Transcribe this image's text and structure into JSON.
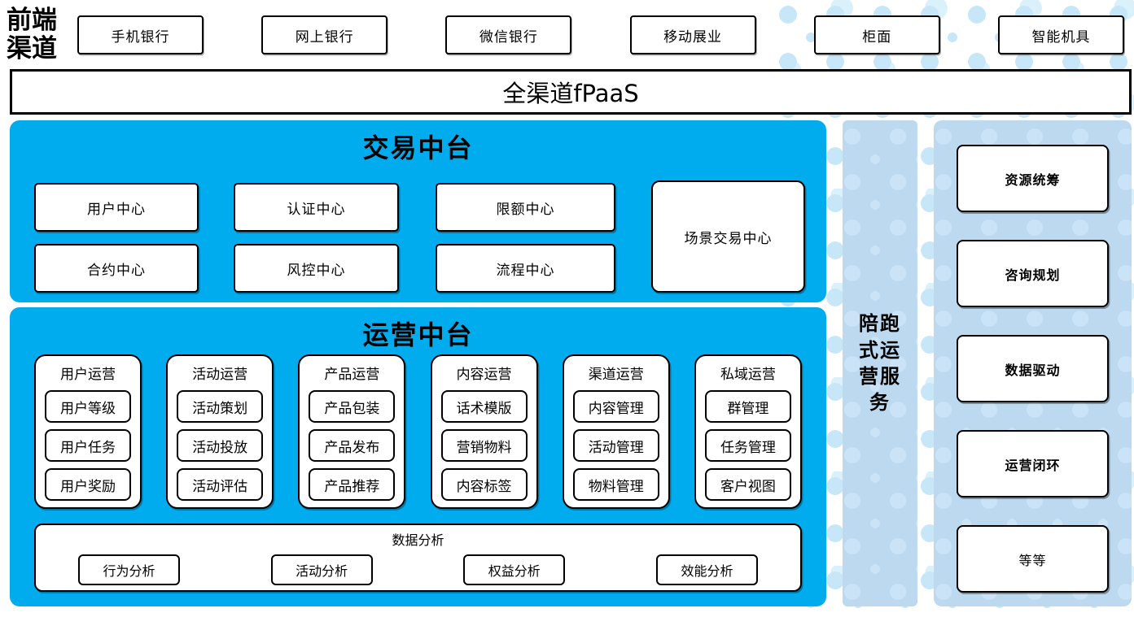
{
  "colors": {
    "panel_cyan": "#00acee",
    "panel_light_blue": "#bcd9ef",
    "dot_blue": "#c7e7f8",
    "border_black": "#000000",
    "box_white": "#ffffff"
  },
  "front_channels": {
    "label": "前端渠道",
    "items": [
      "手机银行",
      "网上银行",
      "微信银行",
      "移动展业",
      "柜面",
      "智能机具"
    ]
  },
  "fpaas": {
    "label": "全渠道fPaaS"
  },
  "transaction_platform": {
    "title": "交易中台",
    "centers": [
      "用户中心",
      "认证中心",
      "限额中心",
      "合约中心",
      "风控中心",
      "流程中心"
    ],
    "scene_center": "场景交易中心"
  },
  "operation_platform": {
    "title": "运营中台",
    "columns": [
      {
        "header": "用户运营",
        "items": [
          "用户等级",
          "用户任务",
          "用户奖励"
        ]
      },
      {
        "header": "活动运营",
        "items": [
          "活动策划",
          "活动投放",
          "活动评估"
        ]
      },
      {
        "header": "产品运营",
        "items": [
          "产品包装",
          "产品发布",
          "产品推荐"
        ]
      },
      {
        "header": "内容运营",
        "items": [
          "话术模版",
          "营销物料",
          "内容标签"
        ]
      },
      {
        "header": "渠道运营",
        "items": [
          "内容管理",
          "活动管理",
          "物料管理"
        ]
      },
      {
        "header": "私域运营",
        "items": [
          "群管理",
          "任务管理",
          "客户视图"
        ]
      }
    ],
    "data_analysis": {
      "title": "数据分析",
      "items": [
        "行为分析",
        "活动分析",
        "权益分析",
        "效能分析"
      ]
    }
  },
  "side_bar": {
    "label": "陪跑式运营服务"
  },
  "right_panel": {
    "items": [
      "资源统筹",
      "咨询规划",
      "数据驱动",
      "运营闭环",
      "等等"
    ]
  }
}
